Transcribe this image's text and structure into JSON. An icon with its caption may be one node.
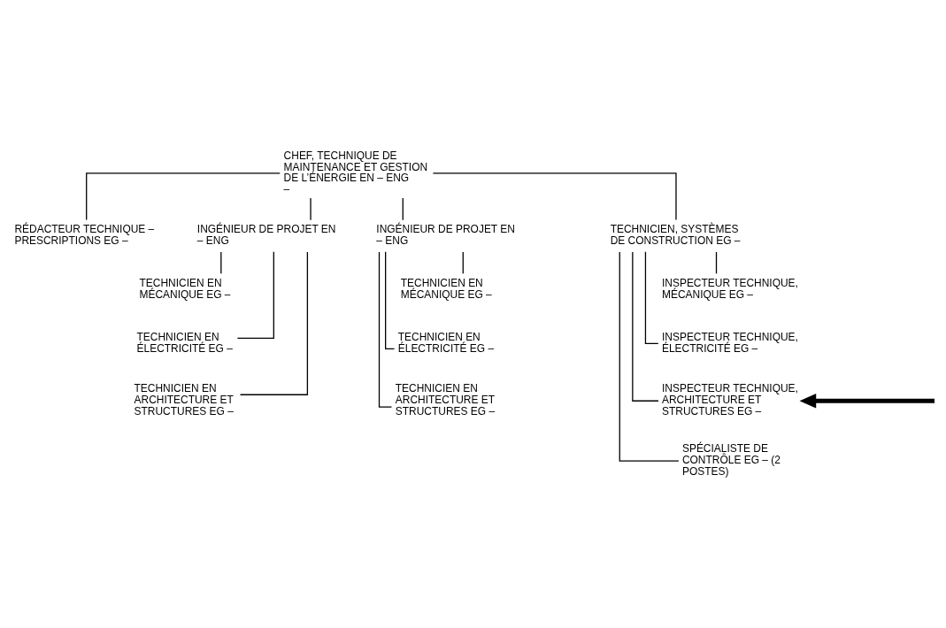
{
  "diagram": {
    "nodes": [
      {
        "text": [
          "CHEF, TECHNIQUE DE MAINTENANCE ET GESTION DE L’ÉNERGIE EN – ENG –"
        ]
      },
      {
        "text": [
          "RÉDACTEUR TECHNIQUE – PRESCRIPTIONS EG –"
        ]
      },
      {
        "text": [
          "INGÉNIEUR DE PROJET EN – ENG"
        ]
      },
      {
        "text": [
          "TECHNICIEN EN MÉCANIQUE EG –"
        ]
      },
      {
        "text": [
          "TECHNICIEN EN ÉLECTRICITÉ EG –"
        ]
      },
      {
        "text": [
          "TECHNICIEN EN ARCHITECTURE ET STRUCTURES EG –"
        ]
      },
      {
        "text": [
          "INGÉNIEUR DE PROJET EN – ENG"
        ]
      },
      {
        "text": [
          "TECHNICIEN EN MÉCANIQUE EG –"
        ]
      },
      {
        "text": [
          "TECHNICIEN EN ÉLECTRICITÉ EG –"
        ]
      },
      {
        "text": [
          "TECHNICIEN EN ARCHITECTURE ET STRUCTURES EG –"
        ]
      },
      {
        "text": [
          "TECHNICIEN, SYSTÈMES DE CONSTRUCTION EG –"
        ]
      },
      {
        "text": [
          "INSPECTEUR TECHNIQUE, MÉCANIQUE EG –"
        ]
      },
      {
        "text": [
          "INSPECTEUR TECHNIQUE, ÉLECTRICITÉ EG –"
        ]
      },
      {
        "text": [
          "INSPECTEUR TECHNIQUE, ARCHITECTURE ET STRUCTURES EG –"
        ]
      },
      {
        "text": [
          "SPÉCIALISTE DE CONTRÔLE EG – (2 POSTES)"
        ]
      }
    ],
    "edges": [
      {
        "from": 0,
        "to": 1,
        "arrow": "none"
      },
      {
        "from": 0,
        "to": 2,
        "arrow": "none"
      },
      {
        "from": 0,
        "to": 6,
        "arrow": "none"
      },
      {
        "from": 0,
        "to": 10,
        "arrow": "none"
      },
      {
        "from": 2,
        "to": 3,
        "arrow": "none"
      },
      {
        "from": 2,
        "to": 4,
        "arrow": "none"
      },
      {
        "from": 2,
        "to": 5,
        "arrow": "none"
      },
      {
        "from": 6,
        "to": 7,
        "arrow": "none"
      },
      {
        "from": 6,
        "to": 8,
        "arrow": "none"
      },
      {
        "from": 6,
        "to": 9,
        "arrow": "none"
      },
      {
        "from": 10,
        "to": 11,
        "arrow": "none"
      },
      {
        "from": 10,
        "to": 12,
        "arrow": "none"
      },
      {
        "from": 10,
        "to": 13,
        "arrow": "none"
      },
      {
        "from": 10,
        "to": 14,
        "arrow": "none"
      },
      {
        "from": null,
        "to": 13,
        "arrow": "to",
        "style": "thick"
      }
    ]
  }
}
